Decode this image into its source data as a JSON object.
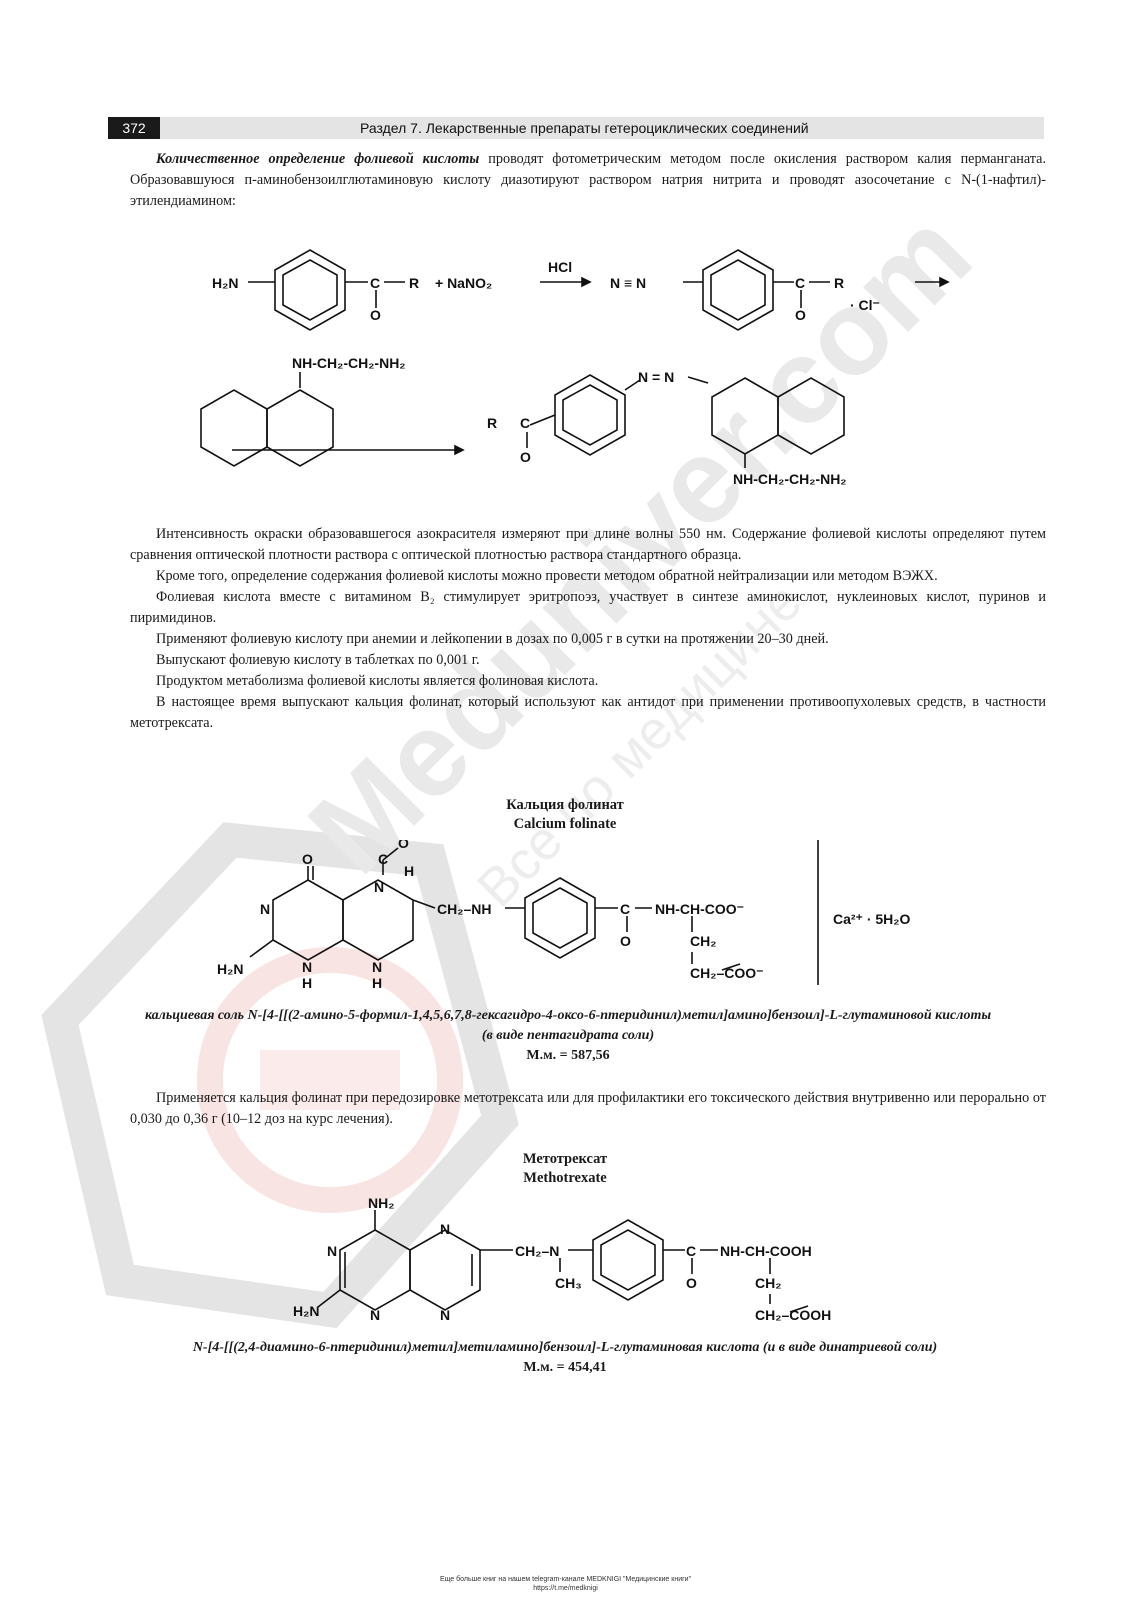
{
  "header": {
    "page_number": "372",
    "title": "Раздел 7. Лекарственные препараты гетероциклических соединений"
  },
  "intro": {
    "lead": "Количественное определение фолиевой кислоты",
    "text": " проводят фотометрическим методом после окисления раствором калия перманганата. Образовавшуюся п-аминобензоилглютаминовую кислоту диазотируют раствором натрия нитрита и проводят азосочетание с N-(1-нафтил)-этилендиамином:"
  },
  "scheme": {
    "h2n": "H₂N",
    "c": "C",
    "r": "R",
    "o": "O",
    "plus_nano2": "+  NaNO₂",
    "hcl": "HCl",
    "n_triple_n": "N ≡ N",
    "cl": "· Cl⁻",
    "naph_chain": "NH-CH₂-CH₂-NH₂",
    "r_left": "R",
    "azo": "N = N"
  },
  "body": [
    "Интенсивность окраски образовавшегося азокрасителя измеряют при длине волны 550 нм. Содержание фолиевой кислоты определяют путем сравнения оптической плотности раствора с оптической плотностью раствора стандартного образца.",
    "Кроме того, определение содержания фолиевой кислоты можно провести методом обратной нейтрализации или методом ВЭЖХ.",
    "Фолиевая кислота вместе с витамином В₂ стимулирует эритропоэз, участвует в синтезе аминокислот, нуклеиновых кислот, пуринов и пиримидинов.",
    "Применяют фолиевую кислоту при анемии и лейкопении в дозах по 0,005 г в сутки на протяжении 20–30 дней.",
    "Выпускают фолиевую кислоту в таблетках по 0,001 г.",
    "Продуктом метаболизма фолиевой кислоты является фолиновая кислота.",
    "В настоящее время выпускают кальция фолинат, который используют как антидот при применении противоопухолевых средств, в частности метотрексата."
  ],
  "calcium_folinate": {
    "title_ru": "Кальция фолинат",
    "title_en": "Calcium folinate",
    "struct": {
      "o": "O",
      "n": "N",
      "h": "H",
      "h2n": "H₂N",
      "ch2nh": "CH₂–NH",
      "c": "C",
      "nhchcoo": "NH-CH-COO⁻",
      "ch2": "CH₂",
      "ch2coo": "CH₂–COO⁻",
      "ca": "Ca²⁺ ·  5H₂O"
    },
    "name": "кальциевая соль N-[4-[[(2-амино-5-формил-1,4,5,6,7,8-гексагидро-4-оксо-6-птеридинил)метил]амино]бензоил]-L-глутаминовой кислоты (в виде пентагидрата соли)",
    "mw": "М.м. = 587,56"
  },
  "folinate_usage": "Применяется кальция фолинат при передозировке метотрексата или для профилактики его токсического действия внутривенно или перорально от 0,030 до 0,36 г (10–12 доз на курс лечения).",
  "methotrexate": {
    "title_ru": "Метотрексат",
    "title_en": "Methotrexate",
    "struct": {
      "nh2": "NH₂",
      "n": "N",
      "h2n": "H₂N",
      "ch2n": "CH₂–N",
      "ch3": "CH₃",
      "c": "C",
      "o": "O",
      "nhchcooh": "NH-CH-COOH",
      "ch2": "CH₂",
      "ch2cooh": "CH₂–COOH"
    },
    "name": "N-[4-[[(2,4-диамино-6-птеридинил)метил]метиламино]бензоил]-L-глутаминовая кислота (и в виде динатриевой соли)",
    "mw": "М.м. = 454,41"
  },
  "footer": {
    "line1": "Еще больше книг на нашем telegram-канале MEDKNIGI \"Медицинские книги\"",
    "line2": "https://t.me/medknigi"
  },
  "watermark": {
    "text": "Meduniver.com",
    "subtext": "Все по медицине"
  }
}
